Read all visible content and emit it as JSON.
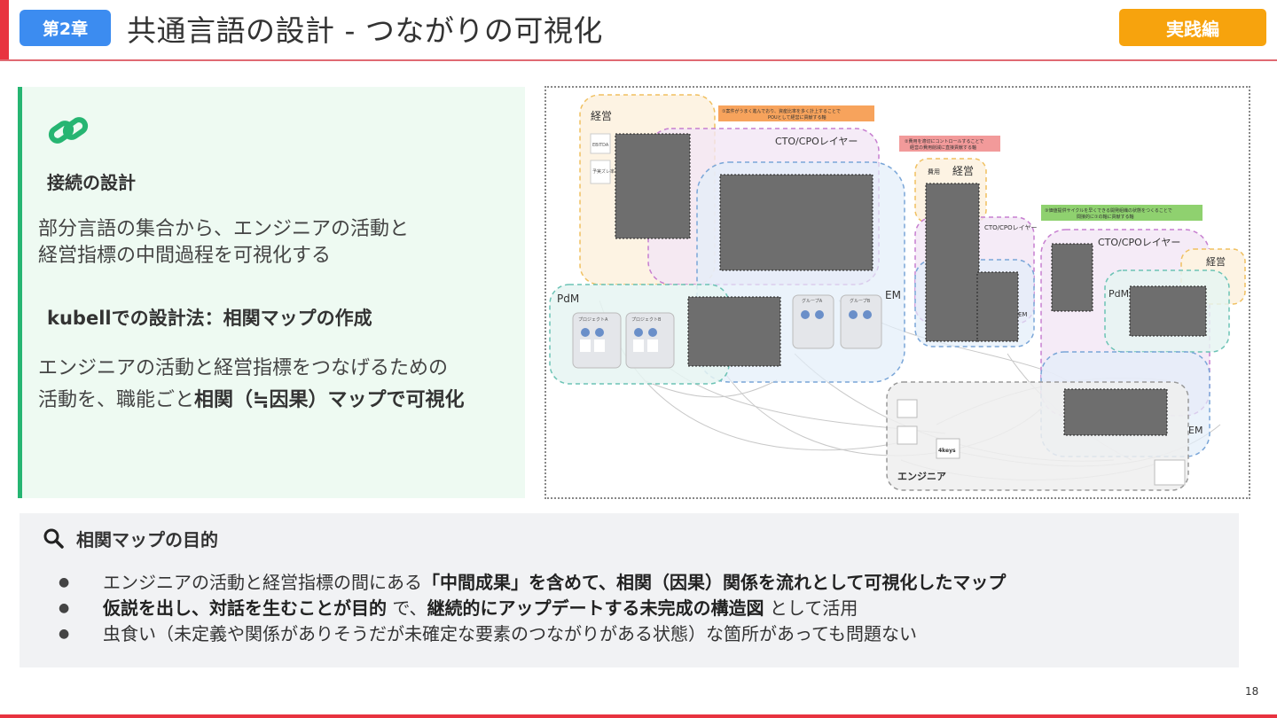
{
  "header": {
    "chapter": "第2章",
    "title": "共通言語の設計 - つながりの可視化",
    "practice_label": "実践編"
  },
  "left": {
    "section_title": "接続の設計",
    "desc_line1": "部分言語の集合から、エンジニアの活動と",
    "desc_line2": "経営指標の中間過程を可視化する",
    "subtitle": "kubellでの設計法：相関マップの作成",
    "desc2_line1": "エンジニアの活動と経営指標をつなげるための",
    "desc2_line2_prefix": "活動を、職能ごと",
    "desc2_line2_bold": "相関（≒因果）マップで可視化"
  },
  "map": {
    "labels": {
      "keiei1": "経営",
      "cto1": "CTO/CPOレイヤー",
      "pdm1": "PdM",
      "em1": "EM",
      "keiei2": "経営",
      "cost": "費用",
      "cto2_small": "CTO/CPOレイヤー",
      "em2_small": "EM",
      "cto3": "CTO/CPOレイヤー",
      "keiei3": "経営",
      "pdm3": "PdM",
      "em3": "EM",
      "engineer": "エンジニア",
      "fourkeys": "4keys",
      "ebitda": "EBITDA",
      "yoji": "予実ズレ率",
      "projA": "プロジェクトA",
      "projB": "プロジェクトB",
      "groupA": "グループA",
      "groupB": "グループB"
    },
    "notes": {
      "n1_line1": "①案件がうまく進んでおり、資産比率を多く計上することで",
      "n1_line2": "POUとして経営に貢献する軸",
      "n2_line1": "②費用を適切にコントロールすることで",
      "n2_line2": "経営の費用削減に直接貢献する軸",
      "n3_line1": "③価値提供サイクルを早くできる開発組織の状態をつくることで",
      "n3_line2": "間接的に①の軸に貢献する軸"
    }
  },
  "bottom": {
    "title": "相関マップの目的",
    "b1_prefix": "エンジニアの活動と経営指標の間にある",
    "b1_bold": "「中間成果」を含めて、相関（因果）関係を流れとして可視化したマップ",
    "b2_bold1": "仮説を出し、対話を生むことが目的",
    "b2_mid": " で、",
    "b2_bold2": "継続的にアップデートする未完成の構造図",
    "b2_suffix": " として活用",
    "b3": "虫食い（未定義や関係がありそうだが未確定な要素のつながりがある状態）な箇所があっても問題ない"
  },
  "page_number": "18",
  "colors": {
    "accent_red": "#e8333f",
    "chapter_blue": "#3c8cf0",
    "practice_orange": "#f7a30d",
    "green_bar": "#26b572",
    "panel_green": "#eefaf2",
    "panel_gray": "#f1f2f4"
  }
}
